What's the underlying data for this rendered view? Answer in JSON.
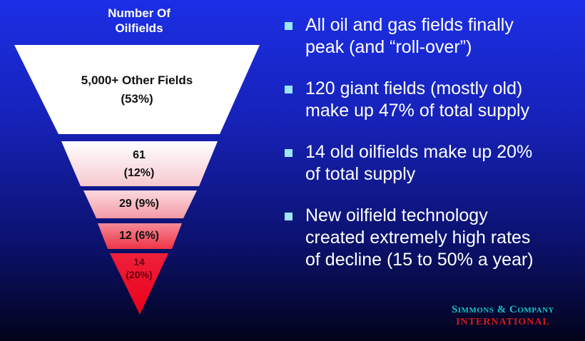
{
  "funnel": {
    "title_line1": "Number Of",
    "title_line2": "Oilfields",
    "segments": [
      {
        "line1": "5,000+ Other Fields",
        "line2": "(53%)",
        "color": "#ffffff"
      },
      {
        "line1": "61",
        "line2": "(12%)",
        "color": "#fbe3e6"
      },
      {
        "line1": "29 (9%)",
        "line2": "",
        "color": "#f8b0b8"
      },
      {
        "line1": "12 (6%)",
        "line2": "",
        "color": "#f4606e"
      },
      {
        "line1": "14",
        "line2": "(20%)",
        "color": "#ee1024"
      }
    ]
  },
  "bullets": [
    {
      "line1": "All oil and gas fields finally",
      "line2": "peak (and “roll-over”)",
      "line3": ""
    },
    {
      "line1": "120 giant fields (mostly old)",
      "line2": "make up 47% of total supply",
      "line3": ""
    },
    {
      "line1": "14 old oilfields make up 20%",
      "line2": "of total supply",
      "line3": ""
    },
    {
      "line1": "New oilfield technology",
      "line2": "created extremely high rates",
      "line3": "of decline (15 to 50% a year)"
    }
  ],
  "logo": {
    "name": "Simmons & Company",
    "sub": "INTERNATIONAL"
  },
  "colors": {
    "bullet_marker": "#9be7f5",
    "logo_name": "#19c2c6",
    "logo_sub": "#d41a1a"
  }
}
